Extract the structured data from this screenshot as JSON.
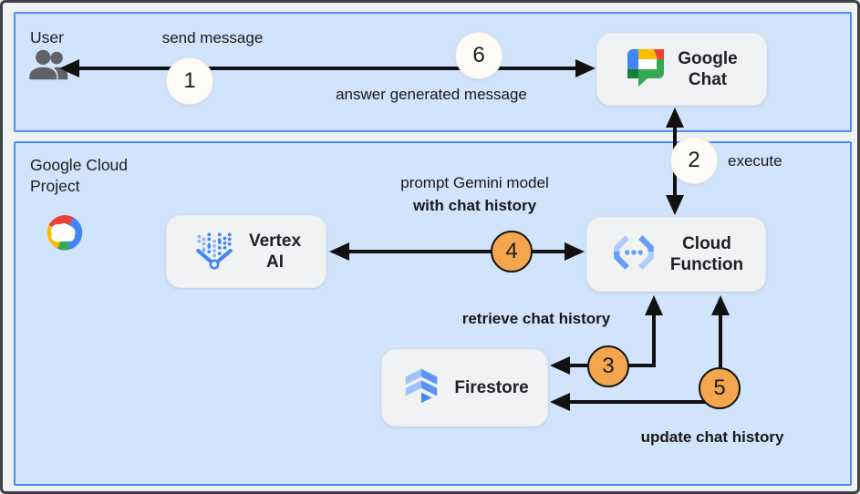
{
  "diagram": {
    "zones": {
      "user": {
        "title": "User"
      },
      "gcp": {
        "title_lines": [
          "Google Cloud",
          "Project"
        ]
      }
    },
    "nodes": {
      "google_chat": {
        "lines": [
          "Google",
          "Chat"
        ],
        "icon": "google-chat-icon"
      },
      "vertex_ai": {
        "lines": [
          "Vertex",
          "AI"
        ],
        "icon": "vertex-ai-icon"
      },
      "cloud_function": {
        "lines": [
          "Cloud",
          "Function"
        ],
        "icon": "cloud-functions-icon"
      },
      "firestore": {
        "lines": [
          "Firestore"
        ],
        "icon": "firestore-icon"
      }
    },
    "edge_labels": {
      "send_message": "send message",
      "answer_generated_message": "answer generated message",
      "execute": "execute",
      "prompt_lines": [
        "prompt Gemini model",
        "with chat history"
      ],
      "retrieve_chat_history": "retrieve chat history",
      "update_chat_history": "update chat history"
    },
    "steps": {
      "one": "1",
      "two": "2",
      "three": "3",
      "four": "4",
      "five": "5",
      "six": "6"
    },
    "colors": {
      "zone_fill": "#d2e3fc",
      "zone_border": "#4a8cf7",
      "node_fill": "#f1f2f3",
      "step_neutral_fill": "#fcfbf7",
      "step_highlight_fill": "#f4a64e",
      "arrow": "#111111",
      "google_blue": "#4285f4",
      "google_red": "#ea4335",
      "google_yellow": "#fbbc04",
      "google_green": "#34a853"
    }
  }
}
